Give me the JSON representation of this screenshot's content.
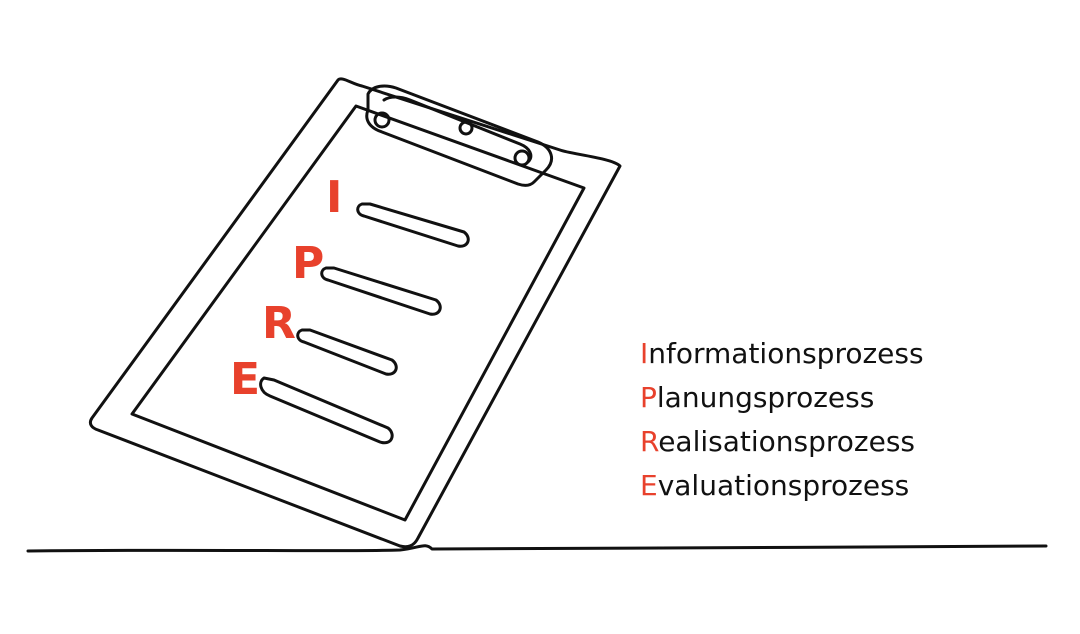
{
  "colors": {
    "accent": "#e8412c",
    "ink": "#111111",
    "background": "#ffffff"
  },
  "clipboard": {
    "letters": [
      "I",
      "P",
      "R",
      "E"
    ]
  },
  "legend": {
    "items": [
      {
        "initial": "I",
        "rest": "nformationsprozess"
      },
      {
        "initial": "P",
        "rest": "lanungsprozess"
      },
      {
        "initial": "R",
        "rest": "ealisationsprozess"
      },
      {
        "initial": "E",
        "rest": "valuationsprozess"
      }
    ]
  }
}
